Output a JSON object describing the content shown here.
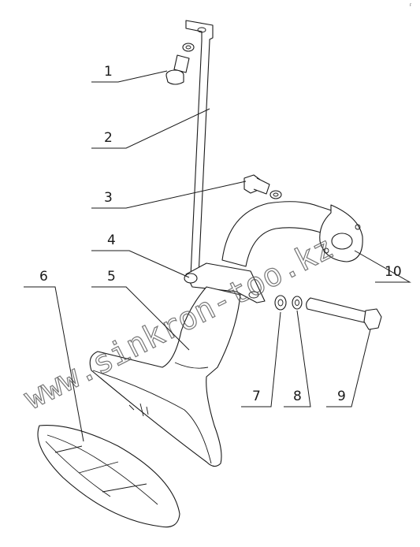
{
  "corner_mark": "F",
  "watermark": "www.sinkron-too.kz",
  "callouts": [
    {
      "id": "1",
      "label": "1"
    },
    {
      "id": "2",
      "label": "2"
    },
    {
      "id": "3",
      "label": "3"
    },
    {
      "id": "4",
      "label": "4"
    },
    {
      "id": "5",
      "label": "5"
    },
    {
      "id": "6",
      "label": "6"
    },
    {
      "id": "7",
      "label": "7"
    },
    {
      "id": "8",
      "label": "8"
    },
    {
      "id": "9",
      "label": "9"
    },
    {
      "id": "10",
      "label": "10"
    }
  ]
}
